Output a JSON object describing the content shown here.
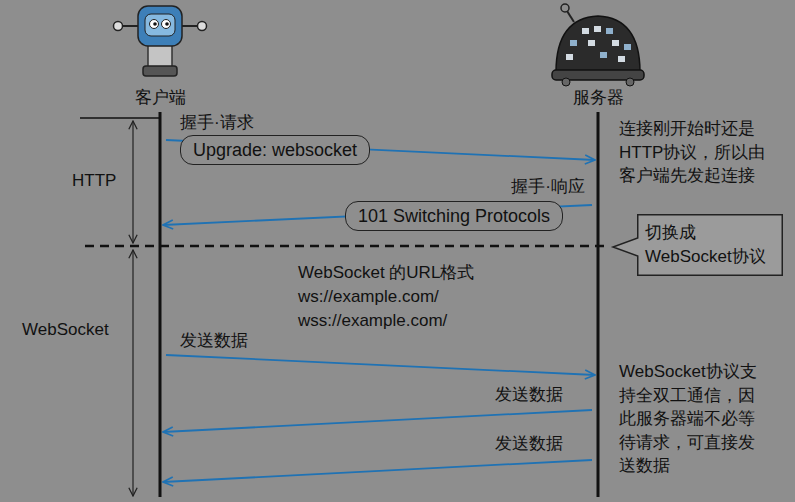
{
  "diagram": {
    "nodes": [
      {
        "text": [
          "客户端"
        ]
      },
      {
        "text": [
          "服务器"
        ]
      },
      {
        "text": [
          "切换成 WebSocket协议"
        ]
      }
    ],
    "edges": [
      {
        "from": 0,
        "to": 1,
        "arrow": "to",
        "label": "Upgrade: websocket"
      },
      {
        "from": 1,
        "to": 0,
        "arrow": "to",
        "label": "101 Switching Protocols"
      },
      {
        "from": 0,
        "to": 1,
        "arrow": "to",
        "label": "发送数据"
      },
      {
        "from": 1,
        "to": 0,
        "arrow": "to",
        "label": "发送数据"
      },
      {
        "from": 1,
        "to": 0,
        "arrow": "to",
        "label": "发送数据"
      }
    ],
    "labels": [
      "握手·请求",
      "握手·响应",
      "连接刚开始时还是 HTTP协议，所以由 客户端先发起连接",
      "HTTP",
      "WebSocket",
      "WebSocket 的URL格式",
      "ws://example.com/",
      "wss://example.com/",
      "WebSocket协议支 持全双工通信，因 此服务器端不必等 待请求，可直接发 送数据"
    ]
  }
}
